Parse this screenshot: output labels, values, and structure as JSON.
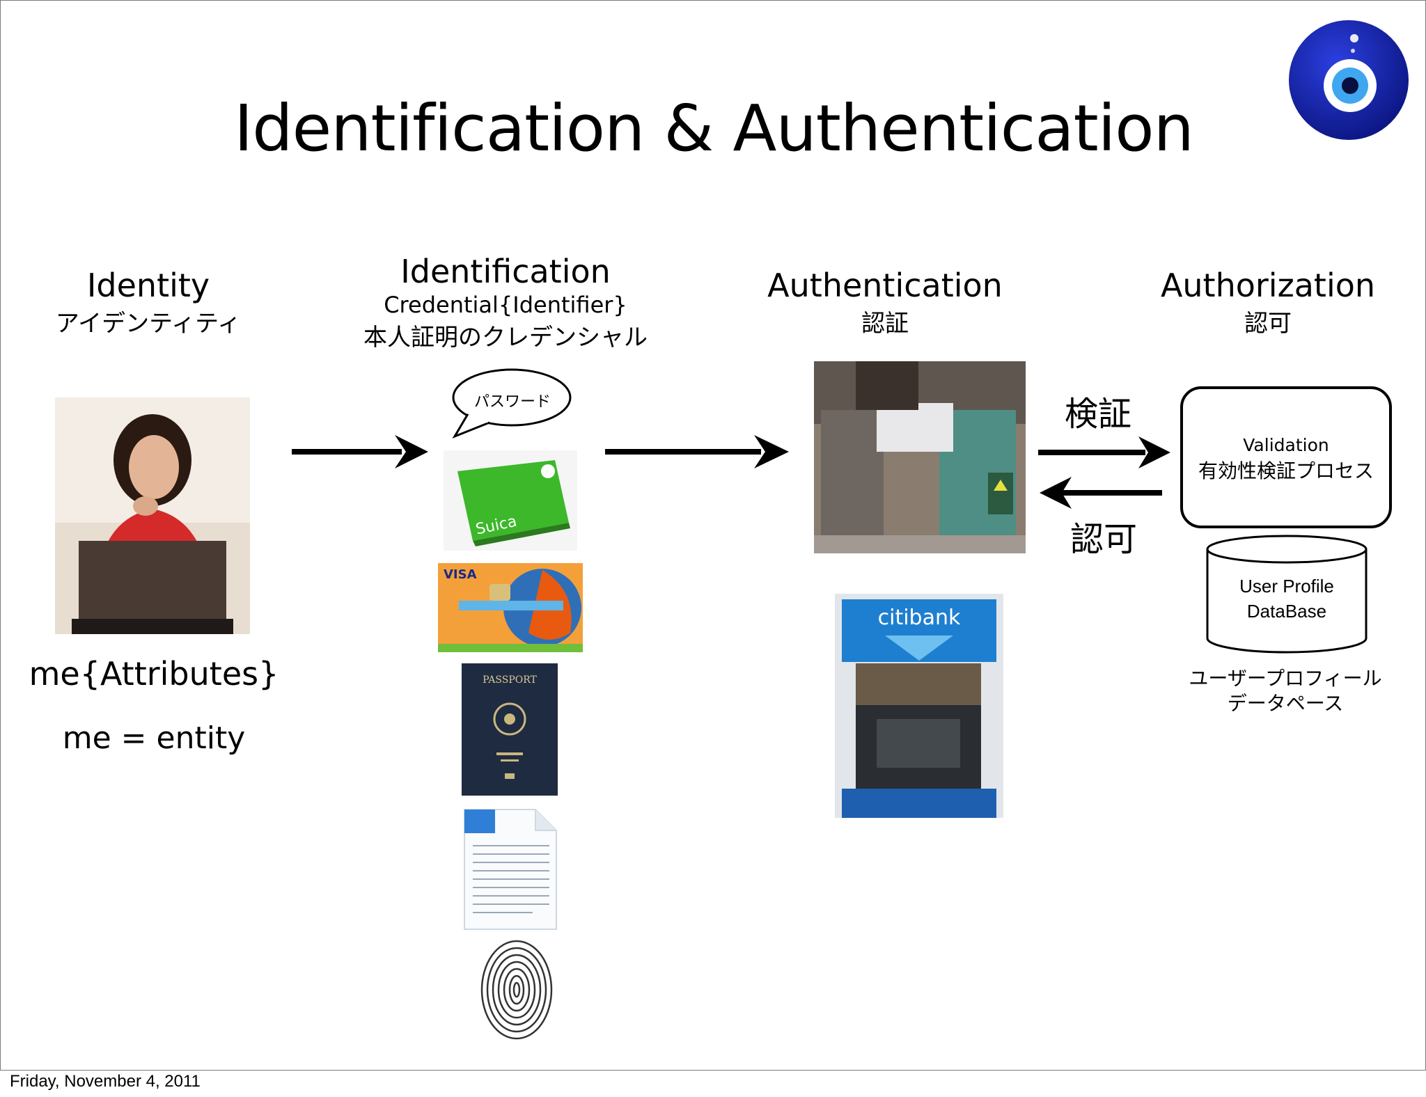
{
  "slide": {
    "title": "Identification & Authentication",
    "footer_date": "Friday, November 4, 2011"
  },
  "columns": {
    "identity": {
      "heading": "Identity",
      "subtitle": "アイデンティティ",
      "attributes": "me{Attributes}",
      "equation": "me = entity"
    },
    "identification": {
      "heading": "Identification",
      "subheading": "Credential{Identifier}",
      "subtitle": "本人証明のクレデンシャル",
      "speech_bubble": "パスワード"
    },
    "authentication": {
      "heading": "Authentication",
      "subtitle": "認証"
    },
    "authorization": {
      "heading": "Authorization",
      "subtitle": "認可"
    }
  },
  "flow": {
    "verify_label": "検証",
    "authorize_label": "認可"
  },
  "validation_box": {
    "title": "Validation",
    "subtitle": "有効性検証プロセス"
  },
  "database": {
    "line1": "User Profile",
    "line2": "DataBase",
    "caption_line1": "ユーザープロフィール",
    "caption_line2": "データペース"
  },
  "images": {
    "suica_text": "Suica",
    "visa_text": "VISA",
    "passport_text": "PASSPORT",
    "citibank_text": "citibank"
  },
  "colors": {
    "eye_blue": "#1a2aa8",
    "suica_green": "#3cb82a",
    "citi_blue": "#1e7fd0"
  }
}
